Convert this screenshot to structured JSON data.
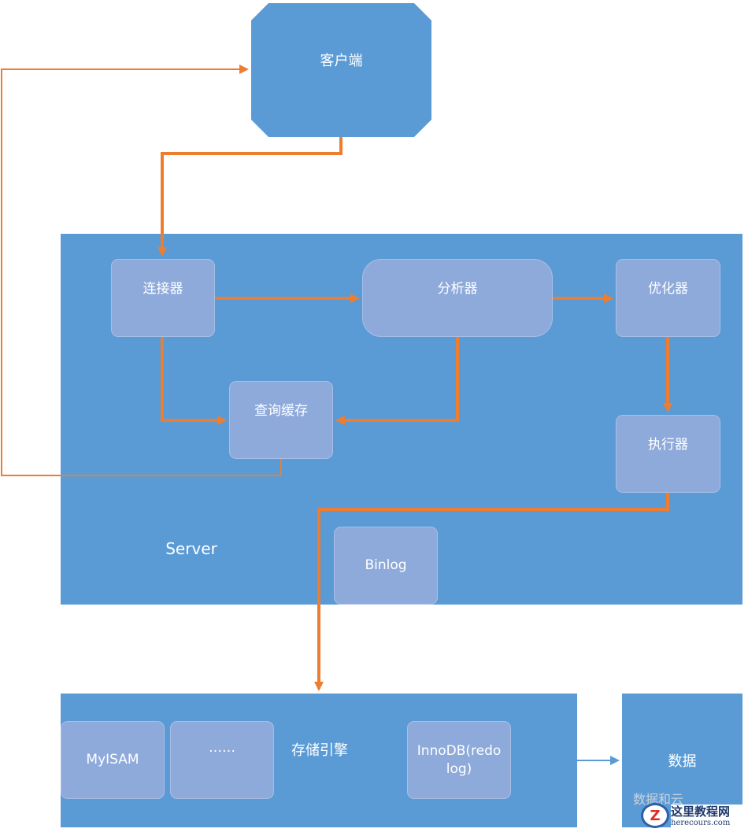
{
  "nodes": {
    "client": "客户端",
    "connector": "连接器",
    "analyzer": "分析器",
    "optimizer": "优化器",
    "query_cache": "查询缓存",
    "executor": "执行器",
    "binlog": "Binlog",
    "myisam": "MyISAM",
    "ellipsis": "……",
    "innodb": "InnoDB(redo log)",
    "data": "数据"
  },
  "regions": {
    "server": "Server",
    "storage_engine": "存储引擎"
  },
  "watermark": {
    "logo_text": "这里教程网",
    "logo_sub": "herecours.com",
    "faint_text": "数据和云"
  },
  "colors": {
    "panel_blue": "#5b9bd5",
    "node_fill": "#8eaadb",
    "arrow_orange": "#ed7d31",
    "arrow_blue": "#5b9bd5"
  }
}
